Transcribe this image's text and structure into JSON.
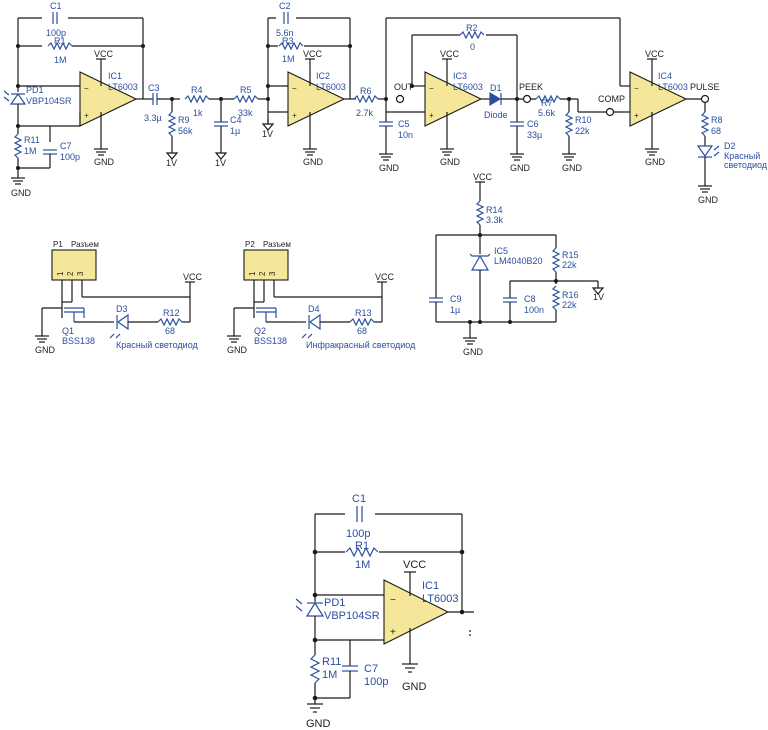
{
  "colors": {
    "wire": "#1a1a1a",
    "component": "#2a4f9e",
    "opamp_fill": "#f4e79a"
  },
  "nets": {
    "vcc": "VCC",
    "gnd": "GND",
    "v1": "1V",
    "out": "OUT",
    "peek": "PEEK",
    "comp": "COMP",
    "pulse": "PULSE"
  },
  "opamps": [
    {
      "ref": "IC1",
      "value": "LT6003"
    },
    {
      "ref": "IC2",
      "value": "LT6003"
    },
    {
      "ref": "IC3",
      "value": "LT6003"
    },
    {
      "ref": "IC4",
      "value": "LT6003"
    }
  ],
  "capacitors": [
    {
      "ref": "C1",
      "value": "100p"
    },
    {
      "ref": "C2",
      "value": "5.6n"
    },
    {
      "ref": "C3",
      "value": "3.3µ"
    },
    {
      "ref": "C4",
      "value": "1µ"
    },
    {
      "ref": "C5",
      "value": "10n"
    },
    {
      "ref": "C6",
      "value": "33µ"
    },
    {
      "ref": "C7",
      "value": "100p"
    },
    {
      "ref": "C8",
      "value": "100n"
    },
    {
      "ref": "C9",
      "value": "1µ"
    }
  ],
  "resistors": [
    {
      "ref": "R1",
      "value": "1M"
    },
    {
      "ref": "R2",
      "value": "0"
    },
    {
      "ref": "R3",
      "value": "1M"
    },
    {
      "ref": "R4",
      "value": "1k"
    },
    {
      "ref": "R5",
      "value": "33k"
    },
    {
      "ref": "R6",
      "value": "2.7k"
    },
    {
      "ref": "R7",
      "value": "5.6k"
    },
    {
      "ref": "R8",
      "value": "68"
    },
    {
      "ref": "R9",
      "value": "56k"
    },
    {
      "ref": "R10",
      "value": "22k"
    },
    {
      "ref": "R11",
      "value": "1M"
    },
    {
      "ref": "R12",
      "value": "68"
    },
    {
      "ref": "R13",
      "value": "68"
    },
    {
      "ref": "R14",
      "value": "3.3k"
    },
    {
      "ref": "R15",
      "value": "22k"
    },
    {
      "ref": "R16",
      "value": "22k"
    }
  ],
  "diodes": [
    {
      "ref": "PD1",
      "value": "VBP104SR"
    },
    {
      "ref": "D1",
      "value": "Diode"
    },
    {
      "ref": "D2",
      "value": "Красный",
      "value2": "светодиод"
    },
    {
      "ref": "D3",
      "value": "Красный светодиод"
    },
    {
      "ref": "D4",
      "value": "Инфракрасный светодиод"
    },
    {
      "ref": "IC5",
      "value": "LM4040B20"
    }
  ],
  "transistors": [
    {
      "ref": "Q1",
      "value": "BSS138"
    },
    {
      "ref": "Q2",
      "value": "BSS138"
    }
  ],
  "connectors": [
    {
      "ref": "P1",
      "value": "Разъем",
      "pins": [
        "1",
        "2",
        "3"
      ]
    },
    {
      "ref": "P2",
      "value": "Разъем",
      "pins": [
        "1",
        "2",
        "3"
      ]
    }
  ],
  "detail": {
    "c1": {
      "ref": "C1",
      "value": "100p"
    },
    "r1": {
      "ref": "R1",
      "value": "1M"
    },
    "ic1": {
      "ref": "IC1",
      "value": "LT6003"
    },
    "pd1": {
      "ref": "PD1",
      "value": "VBP104SR"
    },
    "r11": {
      "ref": "R11",
      "value": "1M"
    },
    "c7": {
      "ref": "C7",
      "value": "100p"
    },
    "vcc": "VCC",
    "gnd": "GND"
  }
}
